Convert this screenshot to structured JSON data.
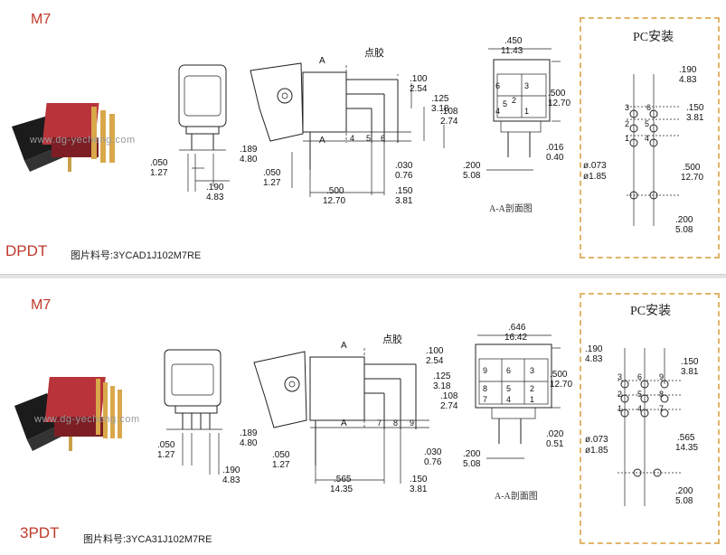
{
  "top": {
    "model": "M7",
    "config": "DPDT",
    "part_number": "图片料号:3YCAD1J102M7RE",
    "watermark": "www.dg-yecheng.com",
    "front_dims": [
      ".050",
      "1.27",
      ".190",
      "4.83"
    ],
    "side_dims": [
      ".189",
      "4.80",
      ".050",
      "1.27",
      ".500",
      "12.70",
      ".150",
      "3.81",
      ".030",
      "0.76",
      ".100",
      "2.54",
      ".125",
      "3.18",
      ".108",
      "2.74"
    ],
    "side_labels": [
      "A",
      "A",
      "点胶"
    ],
    "pins_bottom": [
      "4",
      "5",
      "6"
    ],
    "section_dims": [
      ".450",
      "11.43",
      ".500",
      "12.70",
      ".016",
      "0.40",
      ".200",
      "5.08"
    ],
    "section_pins": [
      "6",
      "3",
      "2",
      "5",
      "4",
      "1"
    ],
    "section_label": "A-A剖面图",
    "pc_title": "PC安装",
    "pc_pins": [
      "3",
      "6",
      "2",
      "5",
      "1",
      "4"
    ],
    "pc_dims": [
      ".190",
      "4.83",
      ".150",
      "3.81",
      ".500",
      "12.70",
      "ø.073",
      "ø1.85",
      ".200",
      "5.08"
    ]
  },
  "bottom": {
    "model": "M7",
    "config": "3PDT",
    "part_number": "图片料号:3YCA31J102M7RE",
    "watermark": "www.dg-yecheng.com",
    "front_dims": [
      ".050",
      "1.27",
      ".190",
      "4.83"
    ],
    "side_dims": [
      ".189",
      "4.80",
      ".050",
      "1.27",
      ".565",
      "14.35",
      ".150",
      "3.81",
      ".030",
      "0.76",
      ".100",
      "2.54",
      ".125",
      "3.18",
      ".108",
      "2.74"
    ],
    "side_labels": [
      "A",
      "A",
      "点胶"
    ],
    "pins_bottom": [
      "7",
      "8",
      "9"
    ],
    "section_dims": [
      ".646",
      "16.42",
      ".500",
      "12.70",
      ".020",
      "0.51",
      ".200",
      "5.08"
    ],
    "section_pins": [
      "9",
      "6",
      "3",
      "8",
      "5",
      "2",
      "7",
      "4",
      "1"
    ],
    "section_label": "A-A剖面图",
    "pc_title": "PC安装",
    "pc_pins": [
      "3",
      "6",
      "9",
      "2",
      "5",
      "8",
      "1",
      "4",
      "7"
    ],
    "pc_dims": [
      ".190",
      "4.83",
      ".150",
      "3.81",
      ".565",
      "14.35",
      "ø.073",
      "ø1.85",
      ".200",
      "5.08"
    ]
  }
}
